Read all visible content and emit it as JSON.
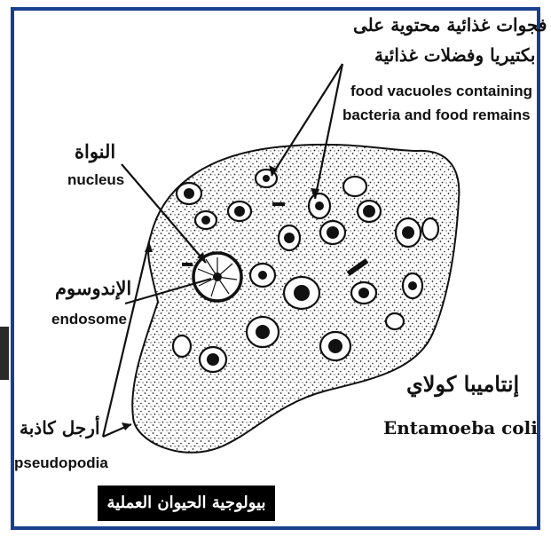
{
  "labels": {
    "vacuole_ar_line1": "فجوات غذائية محتوية على",
    "vacuole_ar_line2": "بكتيريا وفضلات غذائية",
    "vacuole_en_line1": "food vacuoles containing",
    "vacuole_en_line2": "bacteria and food remains",
    "nucleus_ar": "النواة",
    "nucleus_en": "nucleus",
    "endosome_ar": "الإندوسوم",
    "endosome_en": "endosome",
    "pseudopodia_ar": "أرجل كاذبة",
    "pseudopodia_en": "pseudopodia",
    "organism_ar": "إنتاميبا كولاي",
    "organism_en": "Entamoeba coli"
  },
  "footer": {
    "title": "بيولوجية الحيوان العملية"
  },
  "colors": {
    "frame": "#1a3f8f",
    "ink": "#111111",
    "footer_bg": "#000000"
  }
}
